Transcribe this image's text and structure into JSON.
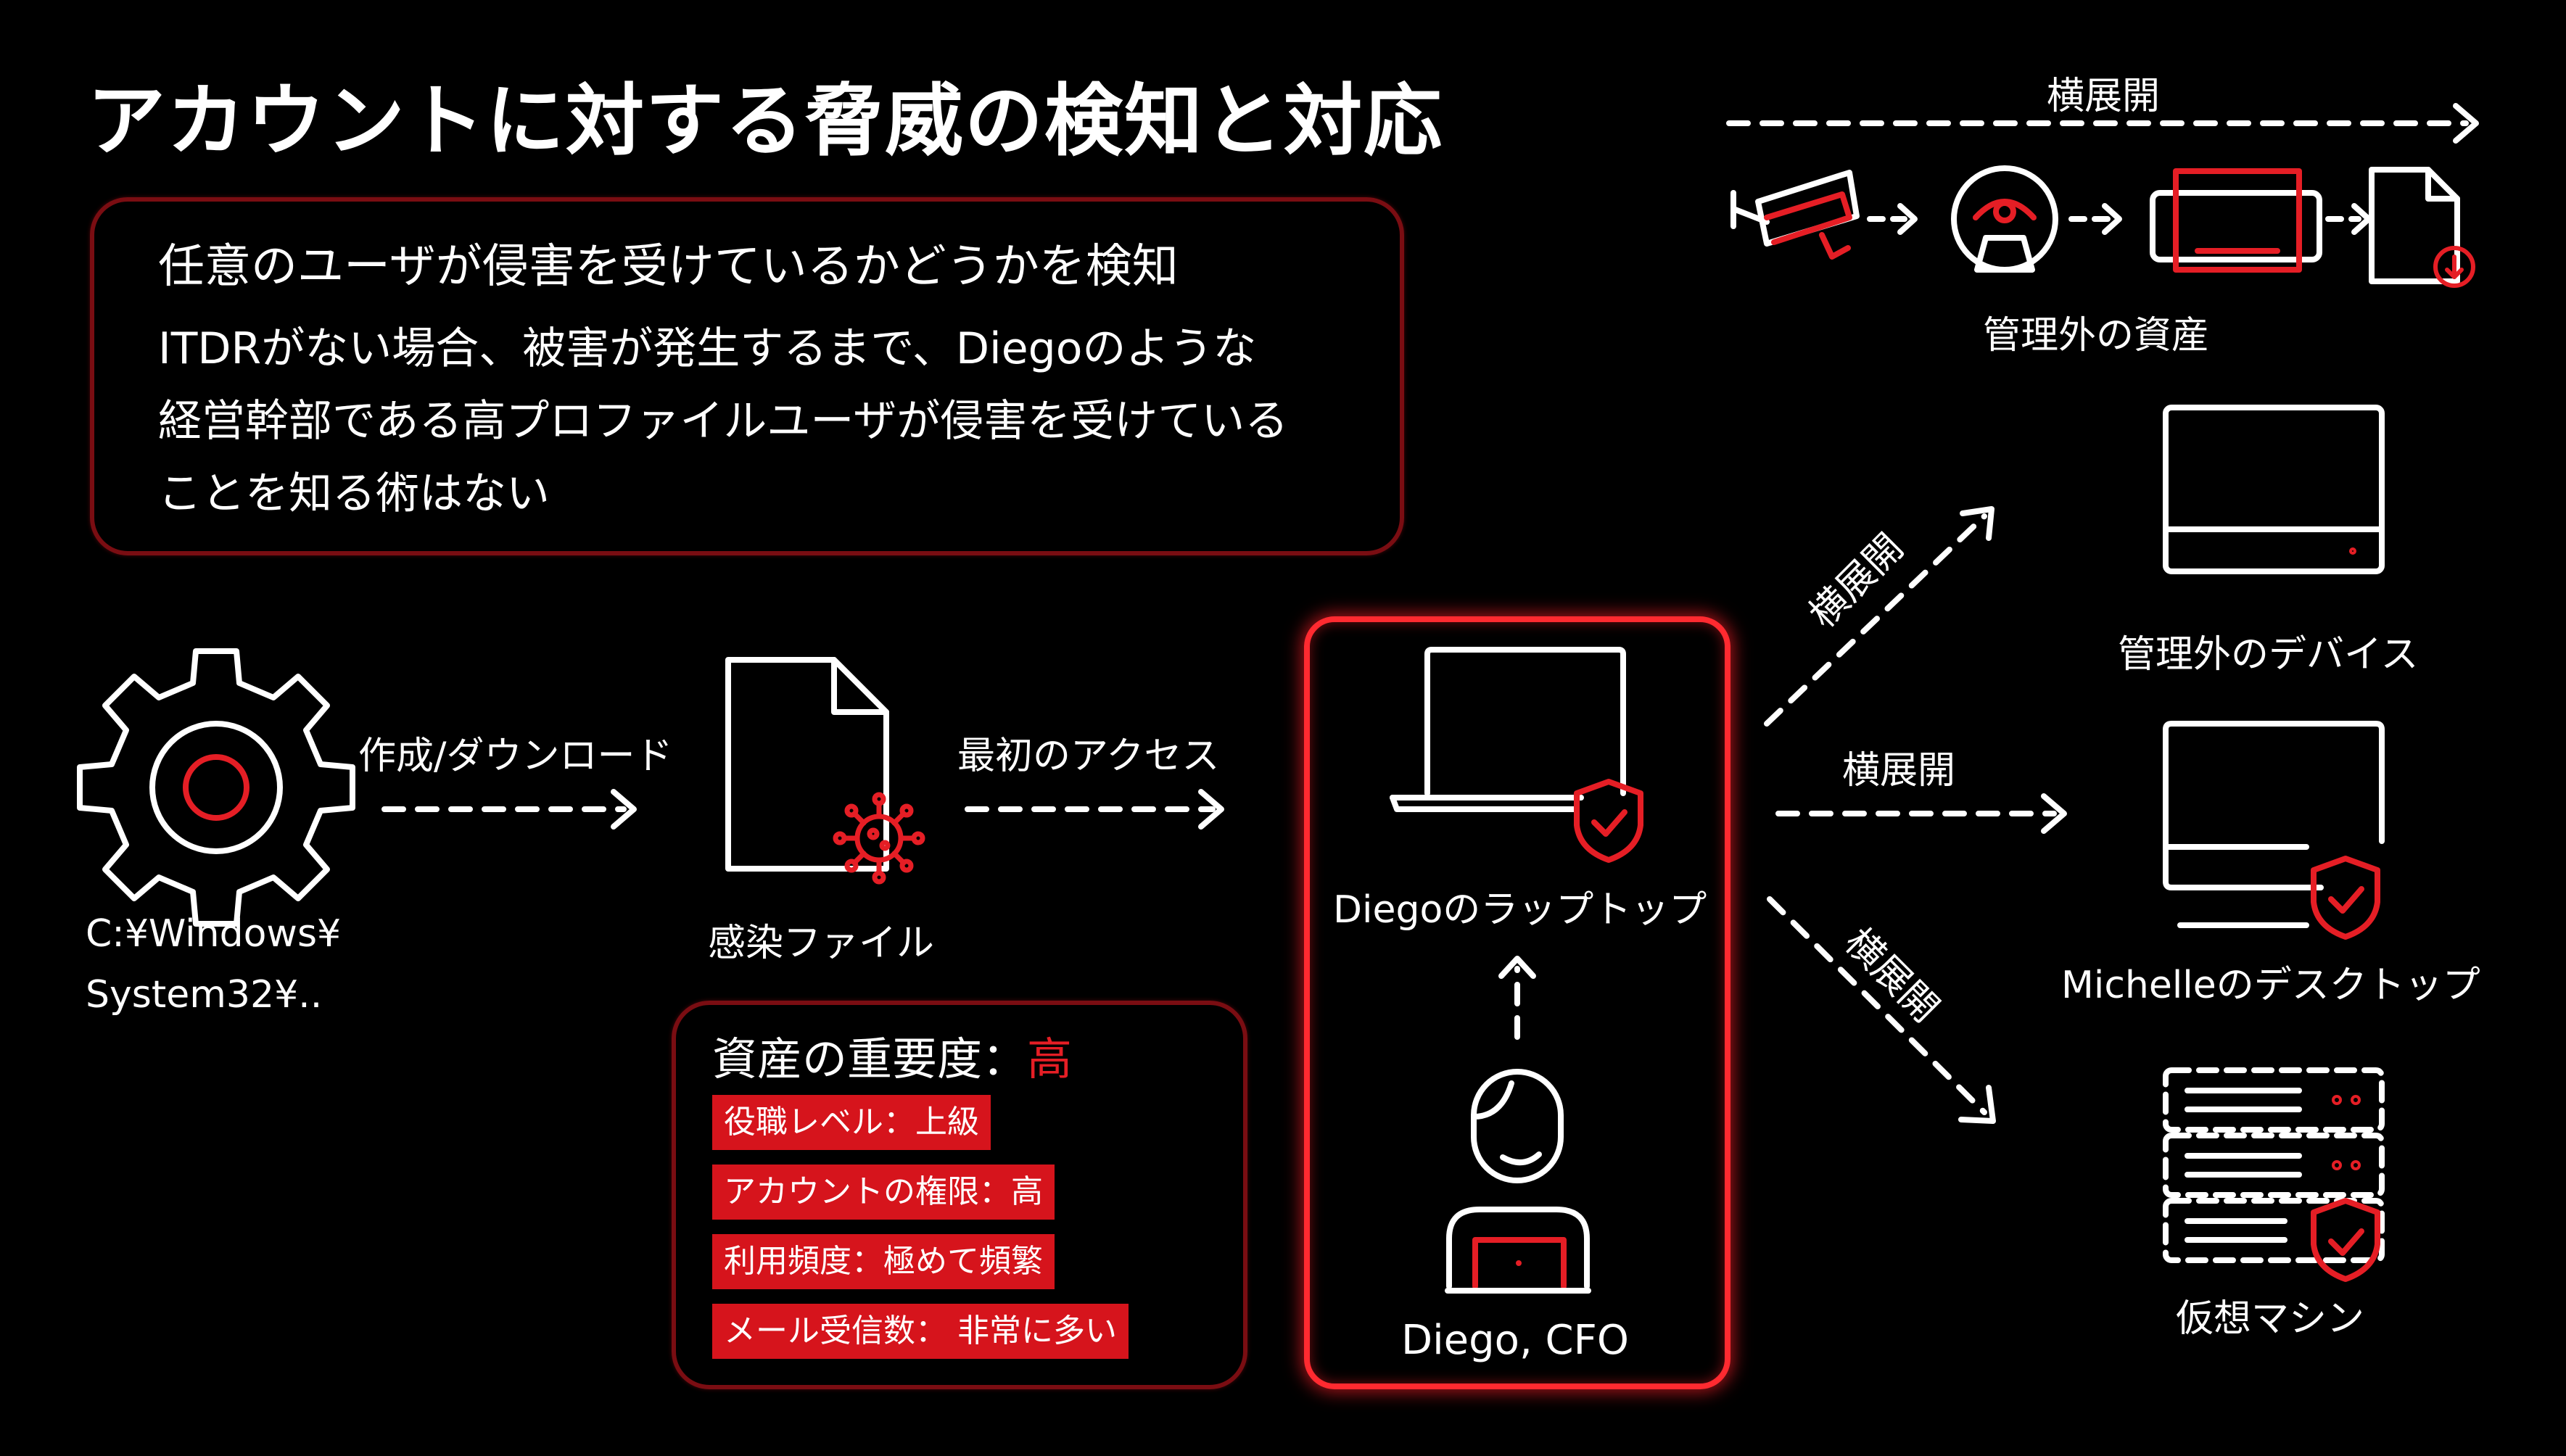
{
  "title": "アカウントに対する脅威の検知と対応",
  "info": {
    "heading": "任意のユーザが侵害を受けているかどうかを検知",
    "lines": [
      "ITDRがない場合、被害が発生するまで、Diegoのような",
      "経営幹部である高プロファイルユーザが侵害を受けている",
      "ことを知る術はない"
    ]
  },
  "flow": {
    "source_path_line1": "C:¥Windows¥",
    "source_path_line2": "System32¥..",
    "step1_label": "作成/ダウンロード",
    "file_label": "感染ファイル",
    "step2_label": "最初のアクセス",
    "laptop_label": "Diegoのラップトップ",
    "user_label": "Diego, CFO"
  },
  "criticality": {
    "title_prefix": "資産の重要度：",
    "title_value": "高",
    "tags": [
      "役職レベル：上級",
      "アカウントの権限：高",
      "利用頻度：極めて頻繁",
      "メール受信数： 非常に多い"
    ]
  },
  "lateral": {
    "top_label": "横展開",
    "unmanaged_assets_label": "管理外の資産",
    "up_label": "横展開",
    "mid_label": "横展開",
    "down_label": "横展開",
    "unmanaged_device_label": "管理外のデバイス",
    "desktop_label": "Michelleのデスクトップ",
    "vm_label": "仮想マシン"
  },
  "colors": {
    "accent": "#e51e25",
    "box_border": "#7a0d12",
    "glow": "#ff2a30",
    "foreground": "#ffffff",
    "background": "#000000"
  }
}
